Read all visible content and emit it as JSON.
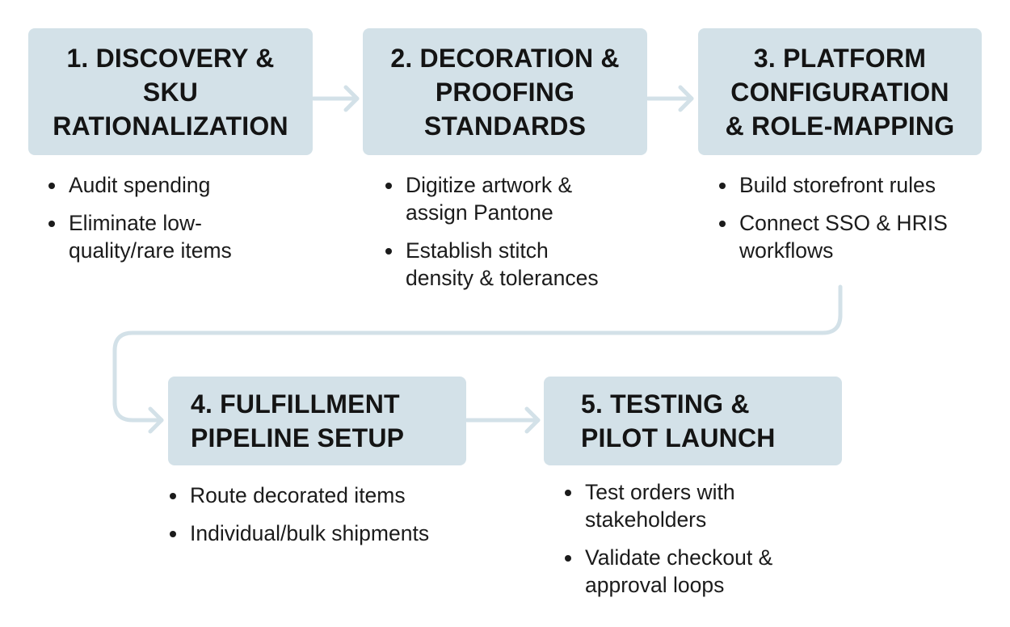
{
  "colors": {
    "box_fill": "#d3e1e8",
    "connector": "#d3e1e8",
    "text": "#141414"
  },
  "steps": [
    {
      "title": "1. DISCOVERY &\nSKU\nRATIONALIZATION",
      "bullets": [
        "Audit spending",
        "Eliminate low-\nquality/rare items"
      ]
    },
    {
      "title": "2. DECORATION &\nPROOFING\nSTANDARDS",
      "bullets": [
        "Digitize artwork &\nassign Pantone",
        "Establish stitch\ndensity & tolerances"
      ]
    },
    {
      "title": "3. PLATFORM\nCONFIGURATION\n& ROLE-MAPPING",
      "bullets": [
        "Build storefront rules",
        "Connect SSO & HRIS\nworkflows"
      ]
    },
    {
      "title": "4. FULFILLMENT\nPIPELINE SETUP",
      "bullets": [
        "Route decorated items",
        "Individual/bulk shipments"
      ]
    },
    {
      "title": "5. TESTING &\nPILOT LAUNCH",
      "bullets": [
        "Test orders with\nstakeholders",
        "Validate checkout &\napproval loops"
      ]
    }
  ]
}
